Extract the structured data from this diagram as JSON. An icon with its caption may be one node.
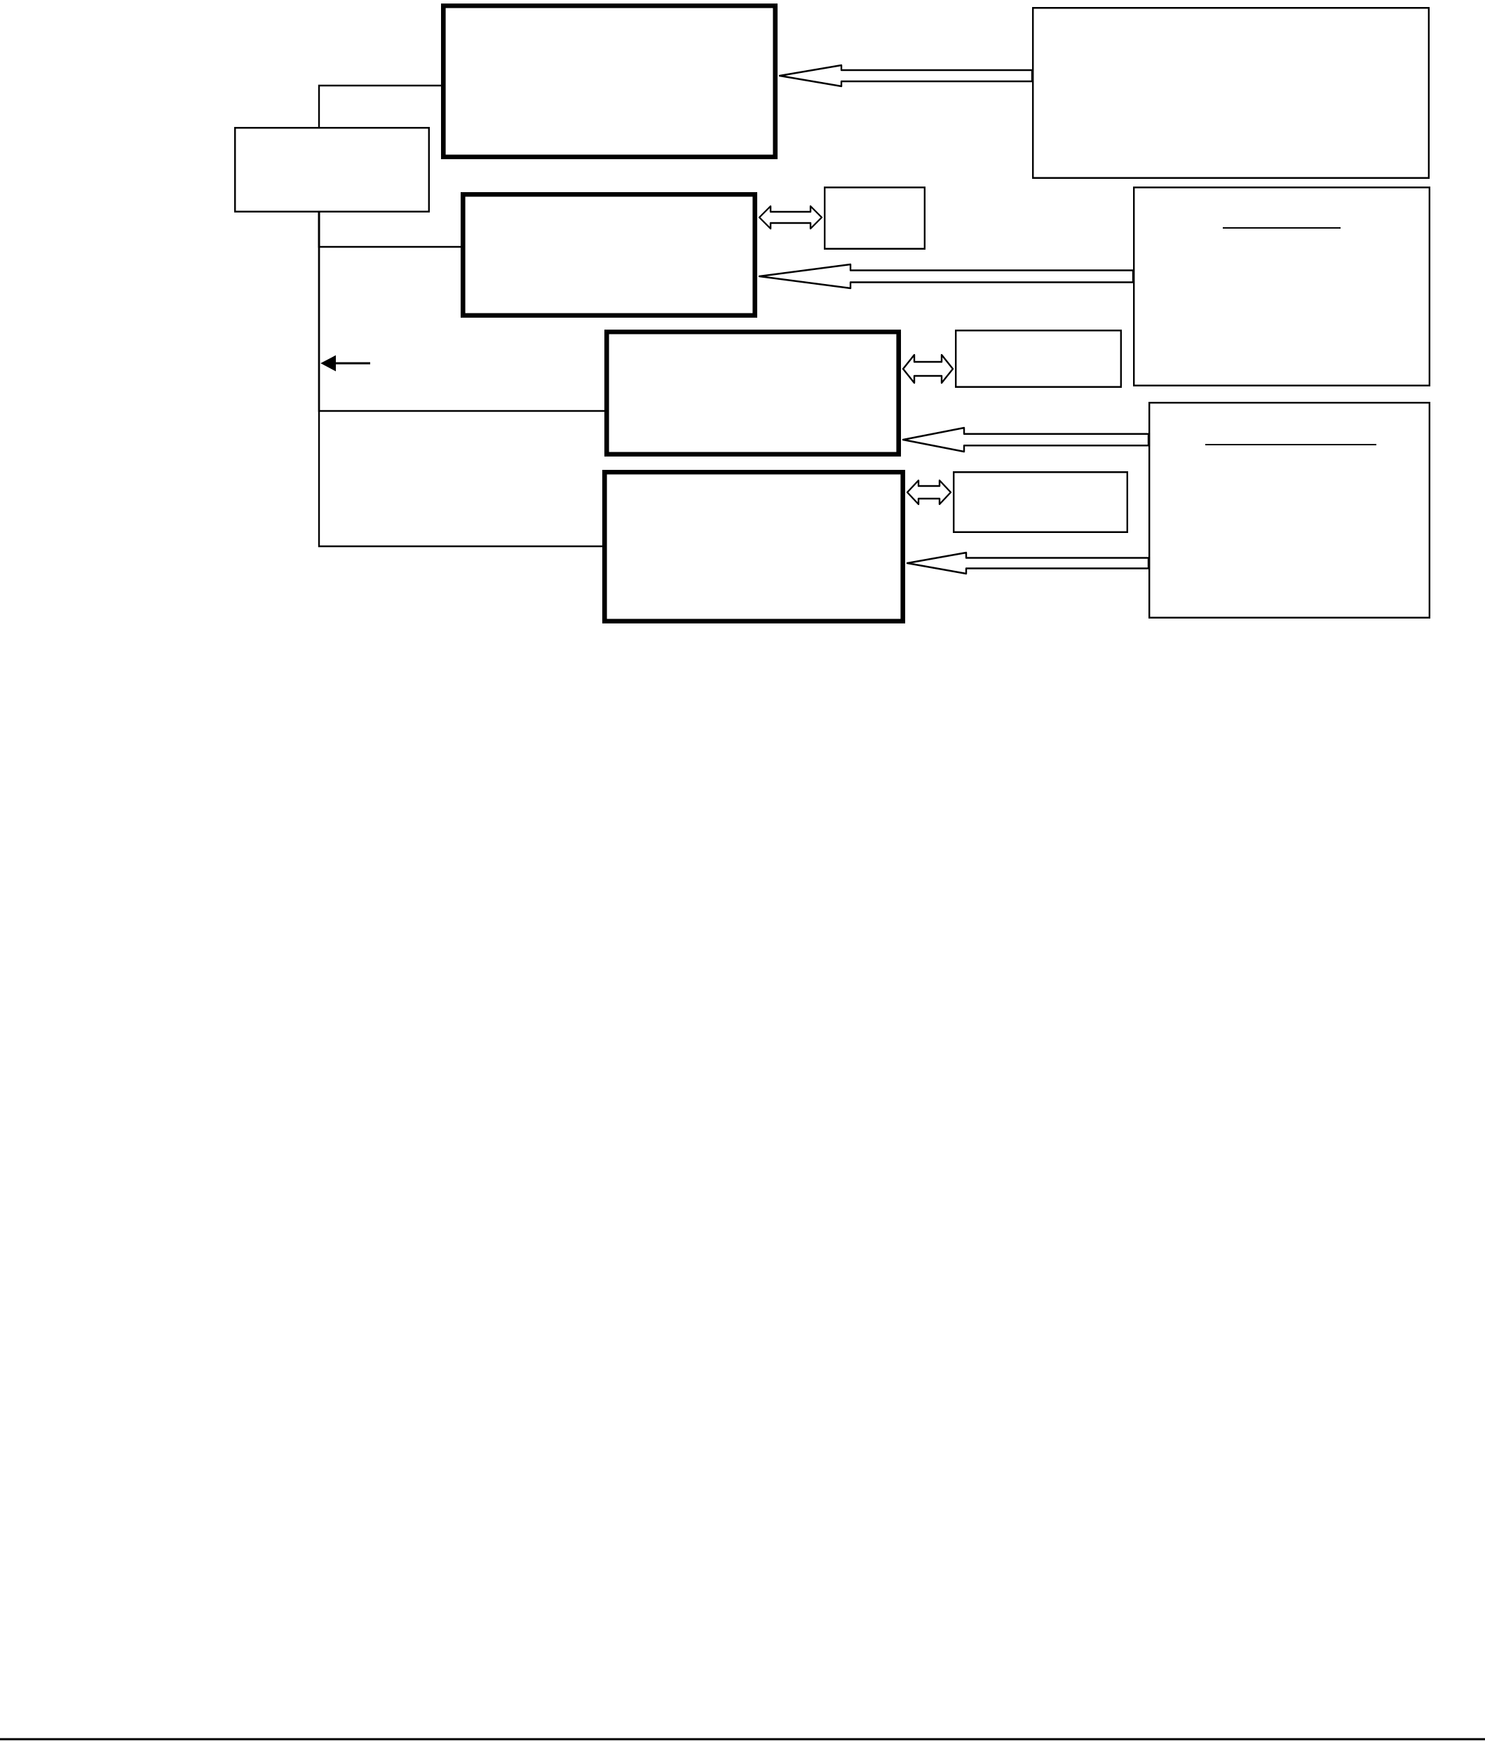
{
  "diagram": {
    "nodes": [
      {
        "text": [],
        "shape": "box"
      },
      {
        "text": [],
        "shape": "box"
      },
      {
        "text": [],
        "shape": "box"
      },
      {
        "text": [],
        "shape": "box"
      },
      {
        "text": [],
        "shape": "box"
      },
      {
        "text": [],
        "shape": "box"
      },
      {
        "text": [],
        "shape": "box"
      },
      {
        "text": [],
        "shape": "box"
      },
      {
        "text": [],
        "shape": "box"
      },
      {
        "text": [],
        "shape": "box"
      },
      {
        "text": [],
        "shape": "box"
      }
    ],
    "edges": [
      {
        "from": 1,
        "to": 0,
        "arrow": "to"
      },
      {
        "from": 2,
        "to": 0,
        "arrow": "none"
      },
      {
        "from": 2,
        "to": 3,
        "arrow": "none"
      },
      {
        "from": 3,
        "to": 4,
        "arrow": "both"
      },
      {
        "from": 5,
        "to": 3,
        "arrow": "to"
      },
      {
        "from": 2,
        "to": 6,
        "arrow": "none"
      },
      {
        "from": 6,
        "to": 7,
        "arrow": "both"
      },
      {
        "from": 8,
        "to": 6,
        "arrow": "to"
      },
      {
        "from": 2,
        "to": 9,
        "arrow": "none"
      },
      {
        "from": 9,
        "to": 10,
        "arrow": "both"
      },
      {
        "from": 8,
        "to": 9,
        "arrow": "to"
      }
    ]
  }
}
